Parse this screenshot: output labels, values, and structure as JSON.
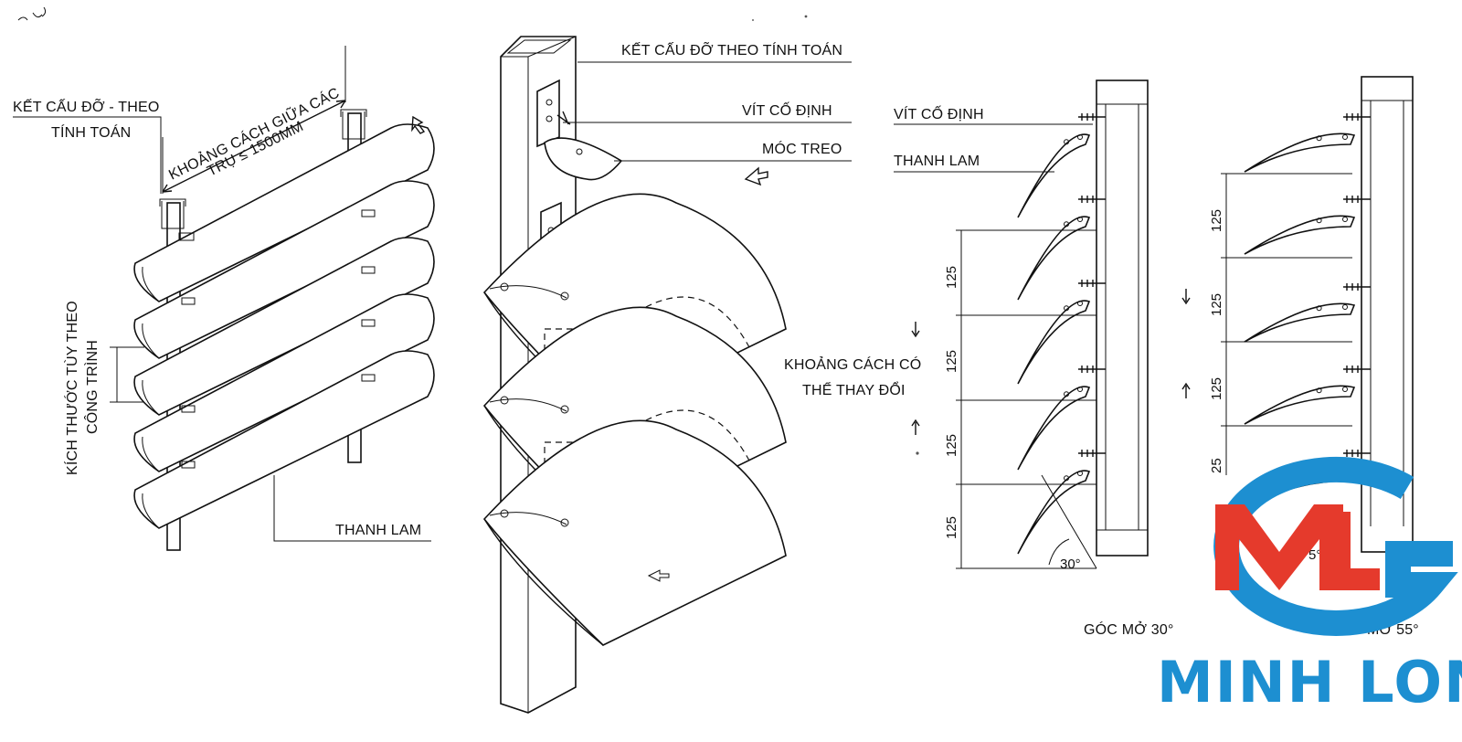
{
  "left_view": {
    "support_label_line1": "KẾT CẤU ĐỠ - THEO",
    "support_label_line2": "TÍNH TOÁN",
    "spacing_label_line1": "KHOẢNG CÁCH GIỮA CÁC",
    "spacing_label_line2": "TRỤ ≤  1500MM",
    "size_label_line1": "KÍCH THƯỚC TÙY THEO",
    "size_label_line2": "CÔNG TRÌNH",
    "slat_label": "THANH LAM"
  },
  "middle_view": {
    "support_label": "KẾT CẤU ĐỠ THEO TÍNH TOÁN",
    "screw_label": "VÍT CỐ ĐỊNH",
    "hook_label": "MÓC TREO",
    "spacing_label_line1": "KHOẢNG CÁCH CÓ",
    "spacing_label_line2": "THỂ THAY ĐỔI"
  },
  "section_30": {
    "screw_label": "VÍT CỐ ĐỊNH",
    "slat_label": "THANH LAM",
    "dimensions": [
      "125",
      "125",
      "125",
      "125"
    ],
    "angle_label": "30°",
    "caption": "GÓC MỞ 30°"
  },
  "section_55": {
    "dimensions": [
      "125",
      "125",
      "125",
      "25"
    ],
    "angle_label": "5°",
    "caption": "MỞ 55°"
  },
  "logo": {
    "brand_name": "MINH LONG",
    "colors": {
      "ring": "#1d8fd1",
      "letters": "#e53a2c",
      "text": "#1d8fd1"
    }
  }
}
